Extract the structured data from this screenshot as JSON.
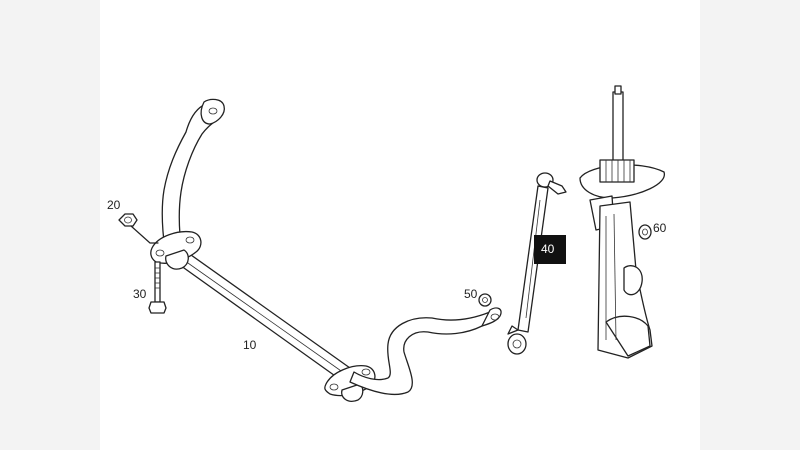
{
  "callouts": [
    {
      "id": "c10",
      "text": "10",
      "highlighted": false
    },
    {
      "id": "c20",
      "text": "20",
      "highlighted": false
    },
    {
      "id": "c30",
      "text": "30",
      "highlighted": false
    },
    {
      "id": "c40",
      "text": "40",
      "highlighted": true
    },
    {
      "id": "c50",
      "text": "50",
      "highlighted": false
    },
    {
      "id": "c60",
      "text": "60",
      "highlighted": false
    }
  ],
  "colors": {
    "highlight_bg": "#111111",
    "highlight_text": "#ffffff",
    "line": "#222222",
    "page_bg": "#ffffff"
  },
  "icons": [
    "stabilizer-bar-icon",
    "nut-icon",
    "bolt-icon",
    "link-rod-icon",
    "washer-icon",
    "strut-icon"
  ]
}
